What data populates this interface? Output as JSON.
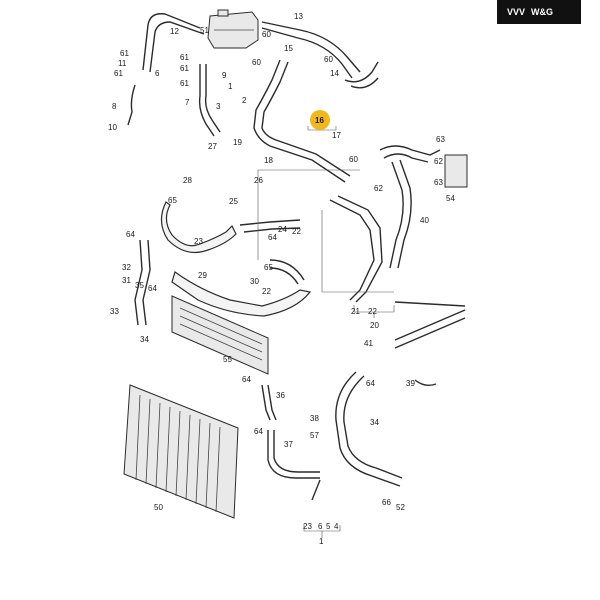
{
  "logo": {
    "text": "W&G",
    "mark": "VVV"
  },
  "highlighted_label": "16",
  "labels": [
    {
      "id": "l13",
      "text": "13"
    },
    {
      "id": "l51",
      "text": "51"
    },
    {
      "id": "l12",
      "text": "12"
    },
    {
      "id": "l60a",
      "text": "60"
    },
    {
      "id": "l60b",
      "text": "60"
    },
    {
      "id": "l60c",
      "text": "60"
    },
    {
      "id": "l60d",
      "text": "60"
    },
    {
      "id": "l15",
      "text": "15"
    },
    {
      "id": "l61a",
      "text": "61"
    },
    {
      "id": "l11",
      "text": "11"
    },
    {
      "id": "l61b",
      "text": "61"
    },
    {
      "id": "l61c",
      "text": "61"
    },
    {
      "id": "l61d",
      "text": "61"
    },
    {
      "id": "l61e",
      "text": "61"
    },
    {
      "id": "l6",
      "text": "6"
    },
    {
      "id": "l7",
      "text": "7"
    },
    {
      "id": "l8",
      "text": "8"
    },
    {
      "id": "l10",
      "text": "10"
    },
    {
      "id": "l9",
      "text": "9"
    },
    {
      "id": "l1",
      "text": "1"
    },
    {
      "id": "l2",
      "text": "2"
    },
    {
      "id": "l3",
      "text": "3"
    },
    {
      "id": "l14",
      "text": "14"
    },
    {
      "id": "l62a",
      "text": "62"
    },
    {
      "id": "l17",
      "text": "17"
    },
    {
      "id": "l19",
      "text": "19"
    },
    {
      "id": "l18",
      "text": "18"
    },
    {
      "id": "l27",
      "text": "27"
    },
    {
      "id": "l28",
      "text": "28"
    },
    {
      "id": "l26",
      "text": "26"
    },
    {
      "id": "l25",
      "text": "25"
    },
    {
      "id": "l63a",
      "text": "63"
    },
    {
      "id": "l63b",
      "text": "63"
    },
    {
      "id": "l62b",
      "text": "62"
    },
    {
      "id": "l54",
      "text": "54"
    },
    {
      "id": "l65",
      "text": "65"
    },
    {
      "id": "l24",
      "text": "24"
    },
    {
      "id": "l22a",
      "text": "22"
    },
    {
      "id": "l64a",
      "text": "64"
    },
    {
      "id": "l23a",
      "text": "23"
    },
    {
      "id": "l40",
      "text": "40"
    },
    {
      "id": "l64b",
      "text": "64"
    },
    {
      "id": "l65b",
      "text": "65"
    },
    {
      "id": "l32",
      "text": "32"
    },
    {
      "id": "l31",
      "text": "31"
    },
    {
      "id": "l29",
      "text": "29"
    },
    {
      "id": "l30",
      "text": "30"
    },
    {
      "id": "l22b",
      "text": "22"
    },
    {
      "id": "l35",
      "text": "35"
    },
    {
      "id": "l64c",
      "text": "64"
    },
    {
      "id": "l33",
      "text": "33"
    },
    {
      "id": "l21",
      "text": "21"
    },
    {
      "id": "l22c",
      "text": "22"
    },
    {
      "id": "l20",
      "text": "20"
    },
    {
      "id": "l41",
      "text": "41"
    },
    {
      "id": "l34a",
      "text": "34"
    },
    {
      "id": "l55",
      "text": "55"
    },
    {
      "id": "l64d",
      "text": "64"
    },
    {
      "id": "l64e",
      "text": "64"
    },
    {
      "id": "l39",
      "text": "39"
    },
    {
      "id": "l36",
      "text": "36"
    },
    {
      "id": "l38",
      "text": "38"
    },
    {
      "id": "l34b",
      "text": "34"
    },
    {
      "id": "l37",
      "text": "37"
    },
    {
      "id": "l57",
      "text": "57"
    },
    {
      "id": "l64f",
      "text": "64"
    },
    {
      "id": "l66",
      "text": "66"
    },
    {
      "id": "l50",
      "text": "50"
    },
    {
      "id": "l52",
      "text": "52"
    },
    {
      "id": "l23b",
      "text": "23"
    },
    {
      "id": "l6b",
      "text": "6"
    },
    {
      "id": "l5",
      "text": "5"
    },
    {
      "id": "l4",
      "text": "4"
    },
    {
      "id": "l1b",
      "text": "1"
    }
  ]
}
